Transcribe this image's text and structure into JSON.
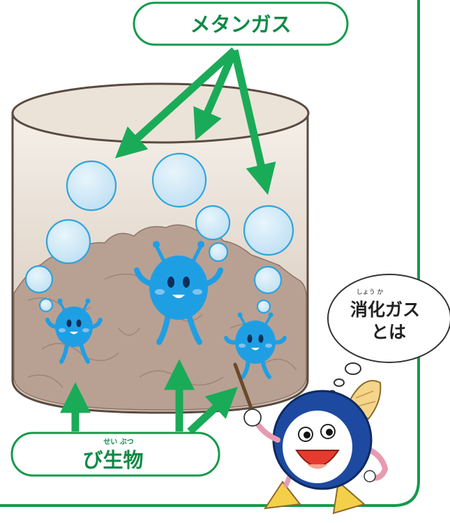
{
  "labels": {
    "methane_gas": "メタンガス",
    "microbes": "び生物",
    "microbes_ruby": "せい ぶつ",
    "speech_main": "消化ガス",
    "speech_second": "とは",
    "speech_ruby": "しょう か"
  },
  "colors": {
    "frame": "#149a4b",
    "arrow": "#1aab58",
    "label_text": "#0f8a45",
    "bubble_fill": "#cfe9f7",
    "bubble_stroke": "#2fa3dd",
    "microbe": "#1f9fe3",
    "sludge": "#b39e91",
    "tank_rim": "#e9e0d5",
    "mascot_blue": "#1d4aa0",
    "mascot_mouth": "#e53b2f"
  },
  "icons": [
    "microbe-icon",
    "mascot-icon",
    "speech-bubble-icon",
    "gas-bubble-icon",
    "arrow-icon"
  ]
}
